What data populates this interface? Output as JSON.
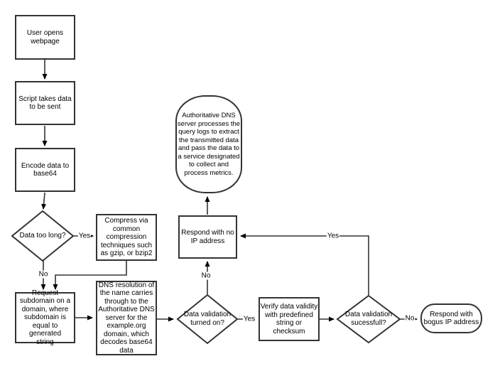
{
  "colors": {
    "shape_stroke": "#333333",
    "edge_stroke": "#333333",
    "arrowhead": "#000000",
    "text": "#000000",
    "canvas_background": "#ffffff"
  },
  "nodes": {
    "user_opens": "User opens\nwebpage",
    "script_takes": "Script takes data\nto be sent",
    "encode_base64": "Encode data to\nbase64",
    "data_too_long": "Data too long?",
    "compress": "Compress via\ncommon\ncompression\ntechniques such\nas gzip, or bzip2",
    "request_subdomain": "Request\nsubdomain on a\ndomain, where\nsubdomain is\nequal to generated\nstring",
    "dns_resolution": "DNS resolution of\nthe name carries\nthrough to the\nAuthoritative DNS\nserver for the\nexample.org\ndomain, which\ndecodes base64\ndata",
    "data_validation_on": "Data validation\nturned on?",
    "verify_validity": "Verify data validity\nwith predefined\nstring or\nchecksum",
    "validation_successful": "Data validation\nsucessfull?",
    "respond_bogus": "Respond with\nbogus IP address",
    "respond_no_ip": "Respond with no\nIP address",
    "authoritative_processes": "Authoritative DNS\nserver processes the\nquery logs to extract\nthe transmitted data\nand pass the data to\na service designated\nto collect and\nprocess metrics."
  },
  "edge_labels": {
    "too_long_yes": "Yes",
    "too_long_no": "No",
    "validation_on_yes": "Yes",
    "validation_on_no": "No",
    "successful_yes": "Yes",
    "successful_no": "No"
  }
}
